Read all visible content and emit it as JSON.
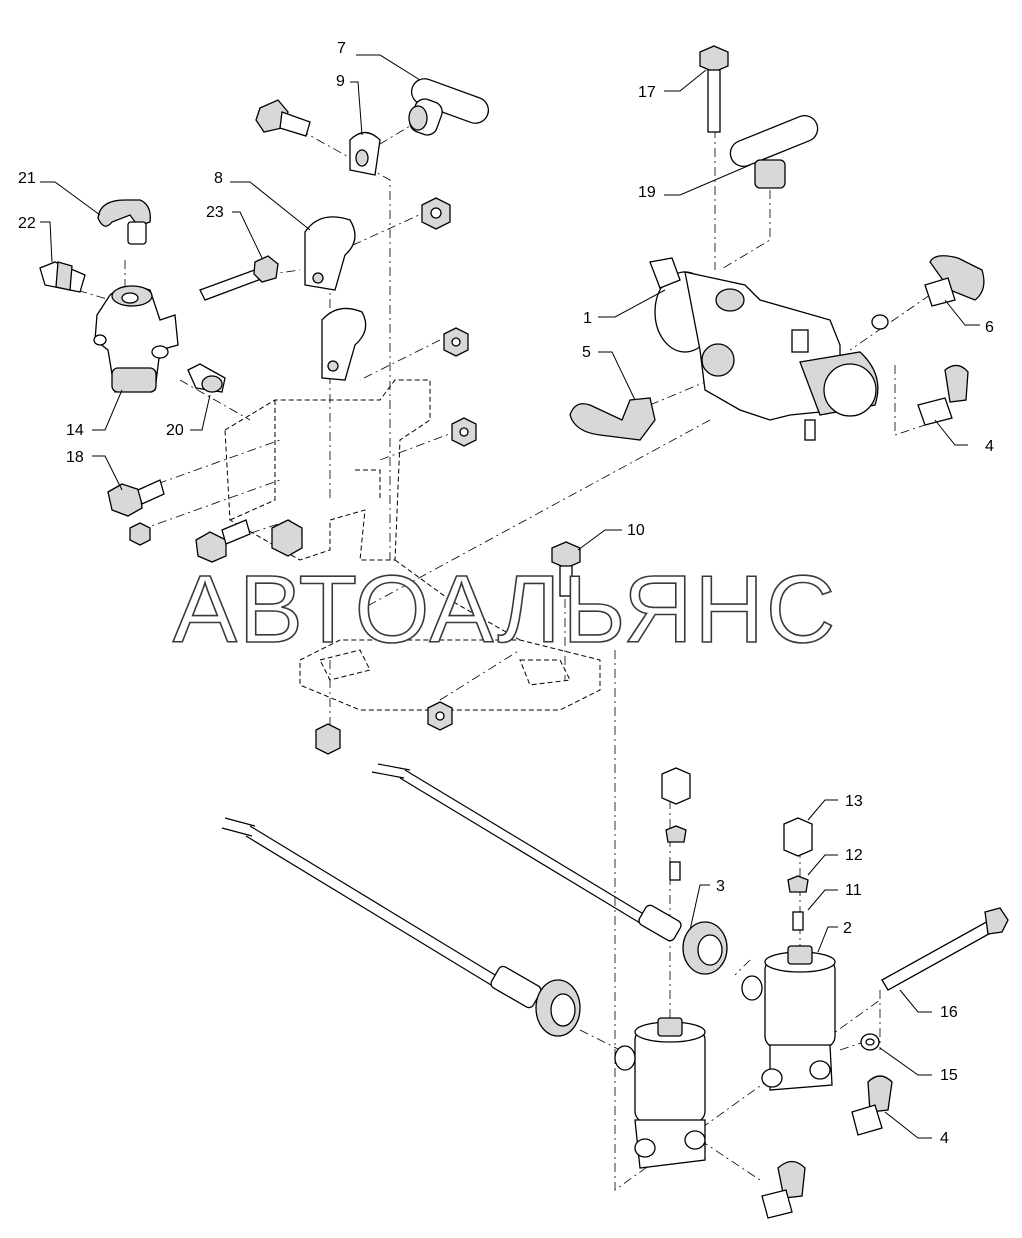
{
  "watermark": "АВТОАЛЬЯНС",
  "callouts": [
    {
      "id": "c7",
      "text": "7"
    },
    {
      "id": "c9",
      "text": "9"
    },
    {
      "id": "c17",
      "text": "17"
    },
    {
      "id": "c21",
      "text": "21"
    },
    {
      "id": "c8",
      "text": "8"
    },
    {
      "id": "c22",
      "text": "22"
    },
    {
      "id": "c23",
      "text": "23"
    },
    {
      "id": "c19",
      "text": "19"
    },
    {
      "id": "c1",
      "text": "1"
    },
    {
      "id": "c6",
      "text": "6"
    },
    {
      "id": "c5",
      "text": "5"
    },
    {
      "id": "c14",
      "text": "14"
    },
    {
      "id": "c20",
      "text": "20"
    },
    {
      "id": "c4a",
      "text": "4"
    },
    {
      "id": "c18",
      "text": "18"
    },
    {
      "id": "c10",
      "text": "10"
    },
    {
      "id": "c13",
      "text": "13"
    },
    {
      "id": "c12",
      "text": "12"
    },
    {
      "id": "c3",
      "text": "3"
    },
    {
      "id": "c11",
      "text": "11"
    },
    {
      "id": "c2",
      "text": "2"
    },
    {
      "id": "c16",
      "text": "16"
    },
    {
      "id": "c15",
      "text": "15"
    },
    {
      "id": "c4b",
      "text": "4"
    }
  ]
}
